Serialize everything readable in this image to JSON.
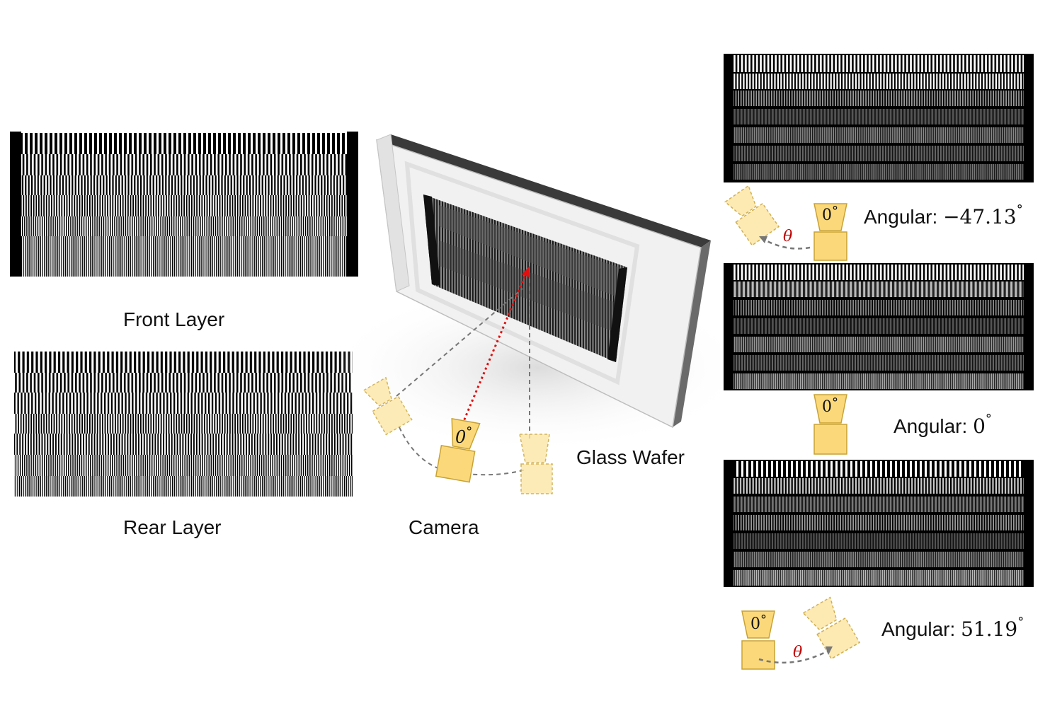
{
  "labels": {
    "front_layer": "Front Layer",
    "rear_layer": "Rear Layer",
    "camera": "Camera",
    "glass_wafer": "Glass Wafer"
  },
  "camera_glyph": {
    "angle": "0",
    "degree_sign": "°",
    "theta": "θ"
  },
  "views": [
    {
      "prefix": "Angular: ",
      "value": "−47.13",
      "degree_sign": "°"
    },
    {
      "prefix": "Angular: ",
      "value": "0",
      "degree_sign": "°"
    },
    {
      "prefix": "Angular: ",
      "value": "51.19",
      "degree_sign": "°"
    }
  ],
  "colors": {
    "camera_fill": "#fbd97a",
    "camera_stroke": "#c8a235",
    "ray": "#e01010",
    "dashed": "#777777",
    "theta": "#c00000"
  }
}
